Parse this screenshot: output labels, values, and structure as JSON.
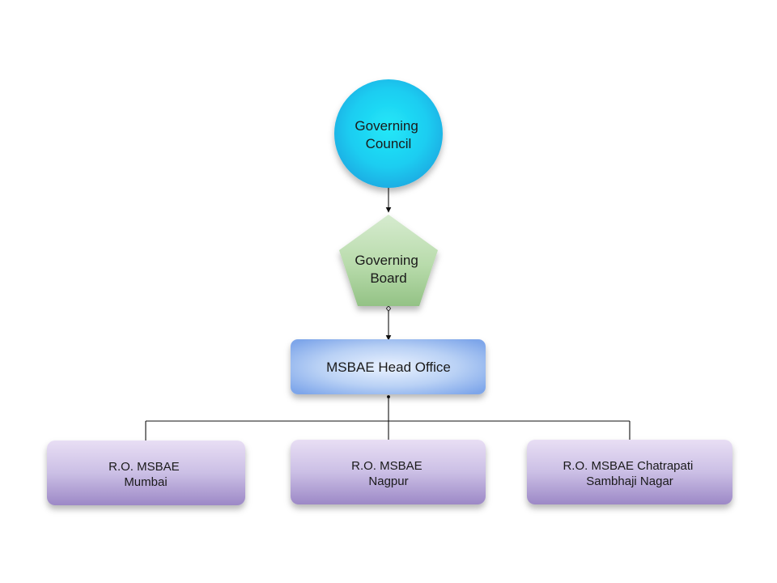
{
  "diagram": {
    "governing_council": {
      "line1": "Governing",
      "line2": "Council"
    },
    "governing_board": {
      "line1": "Governing",
      "line2": "Board"
    },
    "head_office": {
      "label": "MSBAE Head Office"
    },
    "regional_offices": [
      {
        "line1": "R.O. MSBAE",
        "line2": "Mumbai"
      },
      {
        "line1": "R.O. MSBAE",
        "line2": "Nagpur"
      },
      {
        "line1": "R.O. MSBAE Chatrapati",
        "line2": "Sambhaji Nagar"
      }
    ]
  },
  "colors": {
    "council_fill": "#1fc8f0",
    "board_fill": "#a6cf9a",
    "head_office_fill": "#8fb6ee",
    "regional_fill": "#b7a6d8",
    "connector": "#111111"
  }
}
